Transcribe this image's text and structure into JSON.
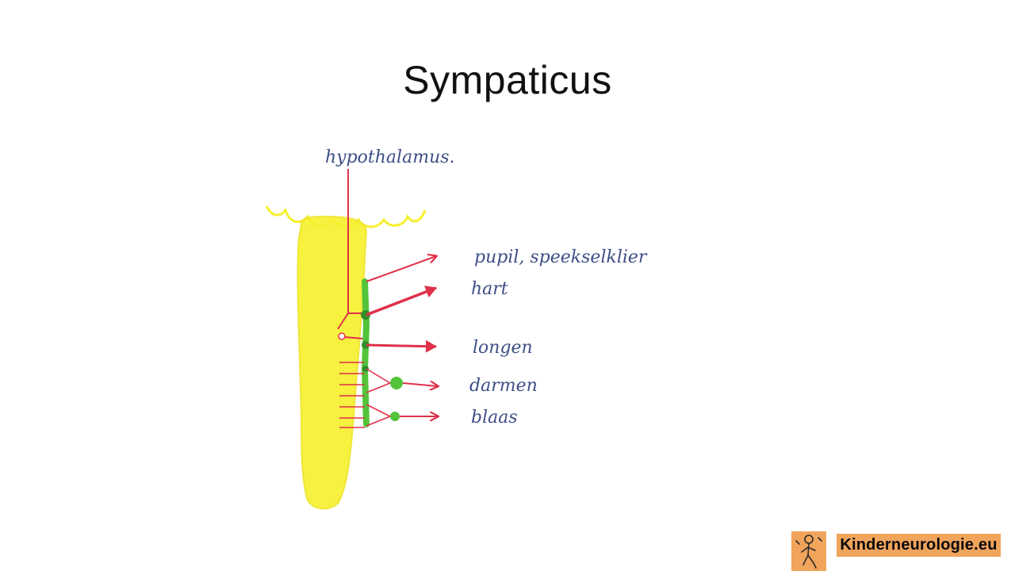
{
  "slide": {
    "title": "Sympaticus"
  },
  "diagram": {
    "labels": {
      "hypothalamus": "hypothalamus.",
      "pupil": "pupil, speekselklier",
      "hart": "hart",
      "longen": "longen",
      "darmen": "darmen",
      "blaas": "blaas"
    },
    "colors": {
      "spinal_cord": "#f7f02f",
      "nerve": "#e0304a",
      "ganglion": "#52c43a",
      "handwriting": "#3f4f86"
    }
  },
  "branding": {
    "site": "Kinderneurologie.eu",
    "logo_icon": "child-figure-icon"
  }
}
